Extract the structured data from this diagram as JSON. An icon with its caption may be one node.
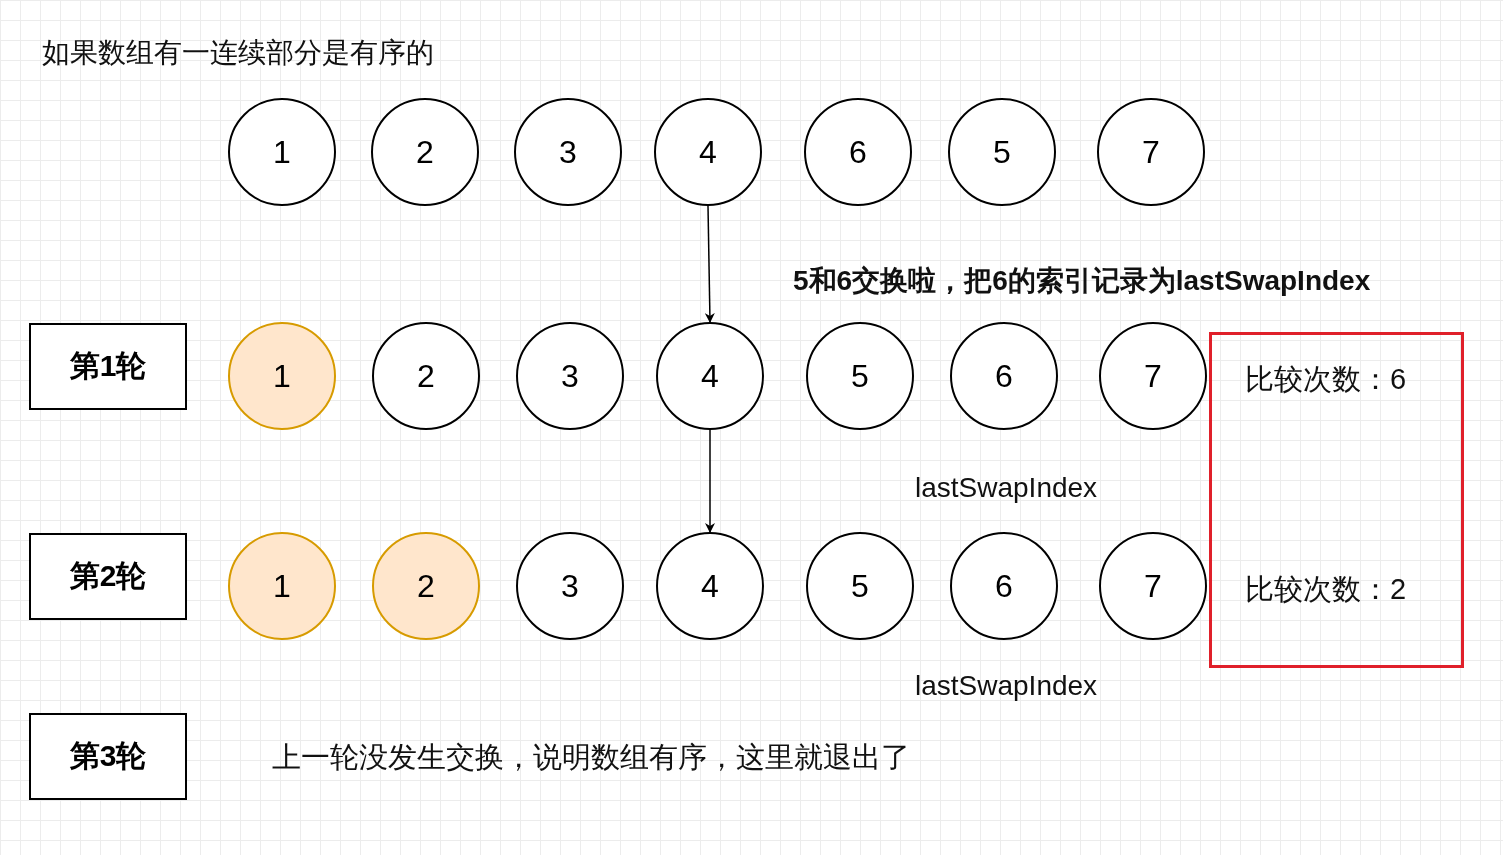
{
  "diagram": {
    "title": "如果数组有一连续部分是有序的",
    "nodes": [
      {
        "text": [
          "1"
        ]
      },
      {
        "text": [
          "2"
        ]
      },
      {
        "text": [
          "3"
        ]
      },
      {
        "text": [
          "4"
        ]
      },
      {
        "text": [
          "6"
        ]
      },
      {
        "text": [
          "5"
        ]
      },
      {
        "text": [
          "7"
        ]
      },
      {
        "text": [
          "第1轮"
        ]
      },
      {
        "text": [
          "1"
        ]
      },
      {
        "text": [
          "2"
        ]
      },
      {
        "text": [
          "3"
        ]
      },
      {
        "text": [
          "4"
        ]
      },
      {
        "text": [
          "5"
        ]
      },
      {
        "text": [
          "6"
        ]
      },
      {
        "text": [
          "7"
        ]
      },
      {
        "text": [
          "比较次数：6",
          "比较次数：2"
        ]
      },
      {
        "text": [
          "第2轮"
        ]
      },
      {
        "text": [
          "1"
        ]
      },
      {
        "text": [
          "2"
        ]
      },
      {
        "text": [
          "3"
        ]
      },
      {
        "text": [
          "4"
        ]
      },
      {
        "text": [
          "5"
        ]
      },
      {
        "text": [
          "6"
        ]
      },
      {
        "text": [
          "7"
        ]
      },
      {
        "text": [
          "第3轮"
        ]
      }
    ],
    "edges": [
      {
        "from": 3,
        "to": 11,
        "arrow": "to"
      },
      {
        "from": 11,
        "to": 20,
        "arrow": "to"
      }
    ],
    "labels": [
      "5和6交换啦，把6的索引记录为lastSwapIndex",
      "lastSwapIndex",
      "lastSwapIndex",
      "上一轮没发生交换，说明数组有序，这里就退出了"
    ]
  }
}
